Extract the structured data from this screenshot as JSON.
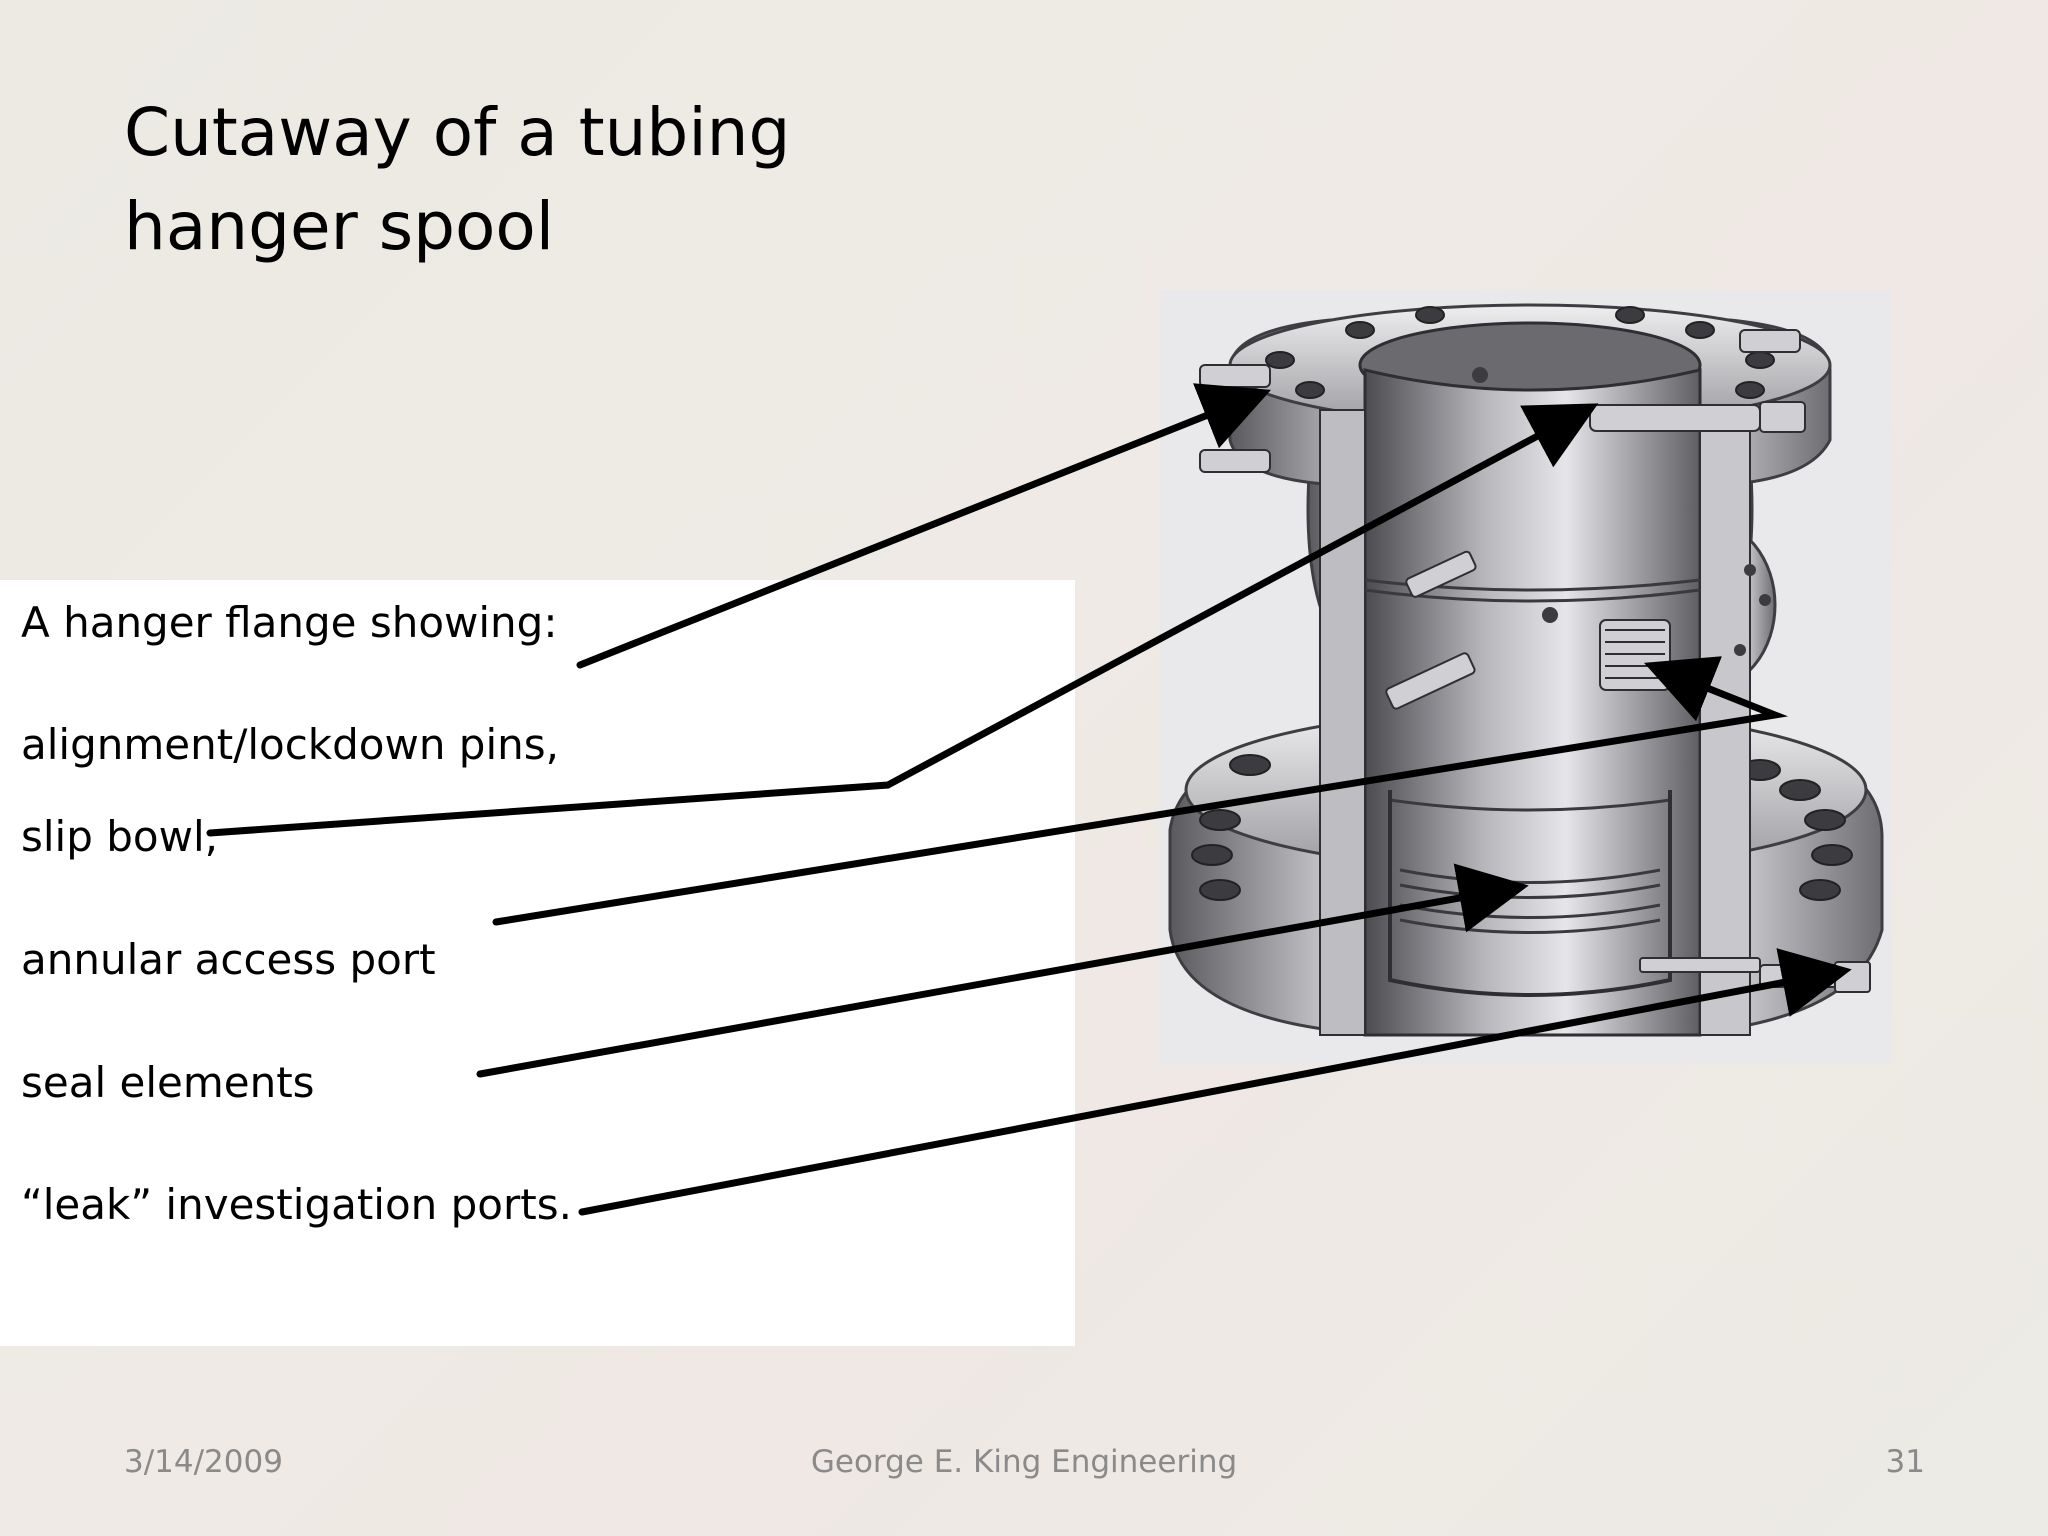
{
  "slide": {
    "title_line1": "Cutaway of a tubing",
    "title_line2": "hanger spool"
  },
  "labels": {
    "intro": "A hanger flange showing:",
    "pins": "alignment/lockdown pins,",
    "slip_bowl": "slip bowl,",
    "annular_port": "annular access port",
    "seal_elements": "seal elements",
    "leak_ports": "“leak” investigation ports."
  },
  "footer": {
    "date": "3/14/2009",
    "company": "George E. King Engineering",
    "page_number": "31"
  },
  "colors": {
    "text": "#000000",
    "footer_text": "#8a8a8a",
    "panel": "#ffffff",
    "arrow": "#000000"
  }
}
